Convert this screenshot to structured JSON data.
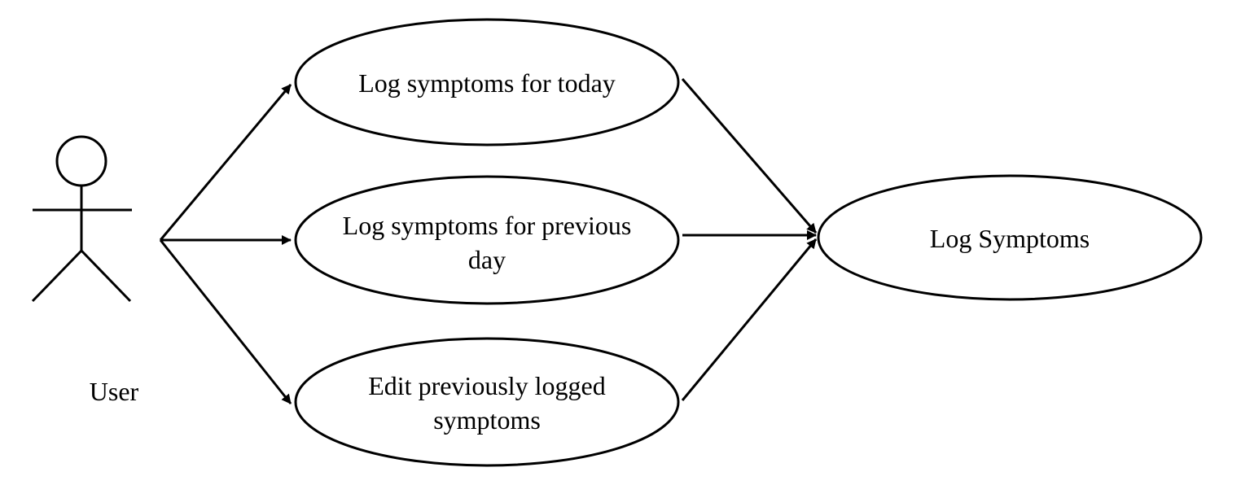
{
  "actor": {
    "name": "User",
    "icon": "stick-figure-icon"
  },
  "use_cases": [
    {
      "id": "today",
      "lines": [
        "Log symptoms for today"
      ]
    },
    {
      "id": "previous",
      "lines": [
        "Log symptoms for previous",
        "day"
      ]
    },
    {
      "id": "edit",
      "lines": [
        "Edit previously logged",
        "symptoms"
      ]
    },
    {
      "id": "log",
      "lines": [
        "Log Symptoms"
      ]
    }
  ],
  "relations": [
    {
      "from": "User",
      "to": "today"
    },
    {
      "from": "User",
      "to": "previous"
    },
    {
      "from": "User",
      "to": "edit"
    },
    {
      "from": "today",
      "to": "log"
    },
    {
      "from": "previous",
      "to": "log"
    },
    {
      "from": "edit",
      "to": "log"
    }
  ],
  "colors": {
    "stroke": "#000000",
    "fill": "#ffffff",
    "text": "#000000"
  }
}
